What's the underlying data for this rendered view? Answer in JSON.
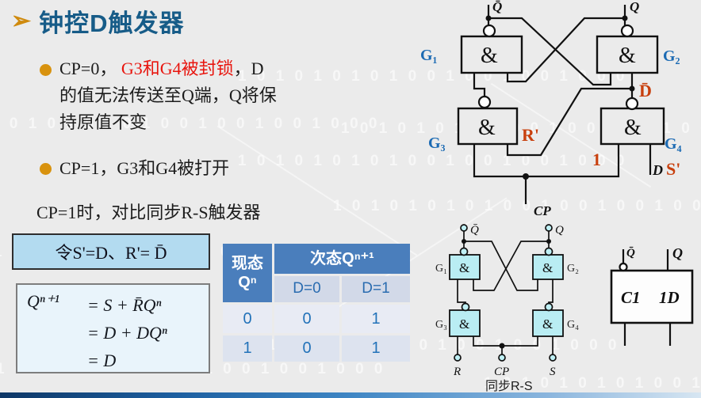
{
  "title": "钟控D触发器",
  "title_arrow": "➢",
  "bullet1": {
    "pre": "CP=0， ",
    "red": "G3和G4被封锁",
    "post": "，D",
    "line2": "的值无法传送至Q端，Q将保",
    "line3": "持原值不变"
  },
  "bullet2": "CP=1，G3和G4被打开",
  "compare": "CP=1时，对比同步R-S触发器",
  "assign_box": "令S'=D、R'= D̄",
  "formula": {
    "lhs": "Qⁿ⁺¹",
    "lines": [
      "= S + R̄Qⁿ",
      "= D + DQⁿ",
      "= D"
    ]
  },
  "table": {
    "h_state1": "现态",
    "h_state2": "Qⁿ",
    "h_next": "次态Qⁿ⁺¹",
    "sub": [
      "D=0",
      "D=1"
    ],
    "rows": [
      [
        "0",
        "0",
        "1"
      ],
      [
        "1",
        "0",
        "1"
      ]
    ]
  },
  "circuit": {
    "amp": "&",
    "g1": "G₁",
    "g2": "G₂",
    "g3": "G₃",
    "g4": "G₄",
    "qbar": "Q̄",
    "q": "Q",
    "dbar": "D̄",
    "rprime": "R'",
    "sprime": "S'",
    "one": "1",
    "d": "D",
    "cp": "CP"
  },
  "sync": {
    "amp": "&",
    "g1": "G₁",
    "g2": "G₂",
    "g3": "G₃",
    "g4": "G₄",
    "qbar": "Q̄",
    "q": "Q",
    "r": "R",
    "cp": "CP",
    "s": "S",
    "caption": "同步R-S"
  },
  "block": {
    "qbar": "Q̄",
    "q": "Q",
    "clock_port": "C1",
    "data_port": "1D"
  },
  "watermark": "1 0 1 0 1 0 1 0 1 0 0 1 0 0 1 0 0 1 0 0 0",
  "colors": {
    "title": "#175c88",
    "highlight": "#e8150e",
    "accent_orange": "#c8400e",
    "gate_label_blue": "#1b6ab3",
    "table_header": "#4a7ebc",
    "gate_fill_cyan": "#b9edf3"
  }
}
